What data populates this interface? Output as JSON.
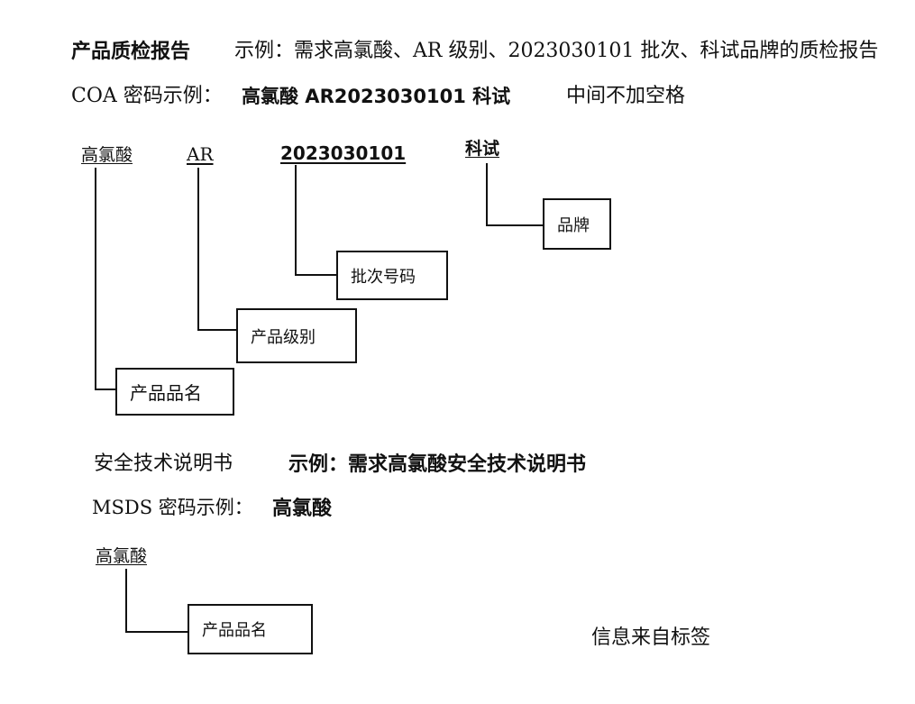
{
  "coa": {
    "title": "产品质检报告",
    "example": "示例：需求高氯酸、AR 级别、2023030101 批次、科试品牌的质检报告",
    "password_label": "COA 密码示例：",
    "password_example": "高氯酸 AR2023030101 科试",
    "note": "中间不加空格",
    "parts": {
      "name": "高氯酸",
      "grade": "AR",
      "batch": "2023030101",
      "brand": "科试"
    },
    "boxes": {
      "brand": "品牌",
      "batch": "批次号码",
      "grade": "产品级别",
      "name": "产品品名"
    }
  },
  "msds": {
    "title": "安全技术说明书",
    "example": "示例：需求高氯酸安全技术说明书",
    "password_label": "MSDS  密码示例：",
    "password_example": "高氯酸",
    "part_name": "高氯酸",
    "box_name": "产品品名"
  },
  "footer_note": "信息来自标签"
}
